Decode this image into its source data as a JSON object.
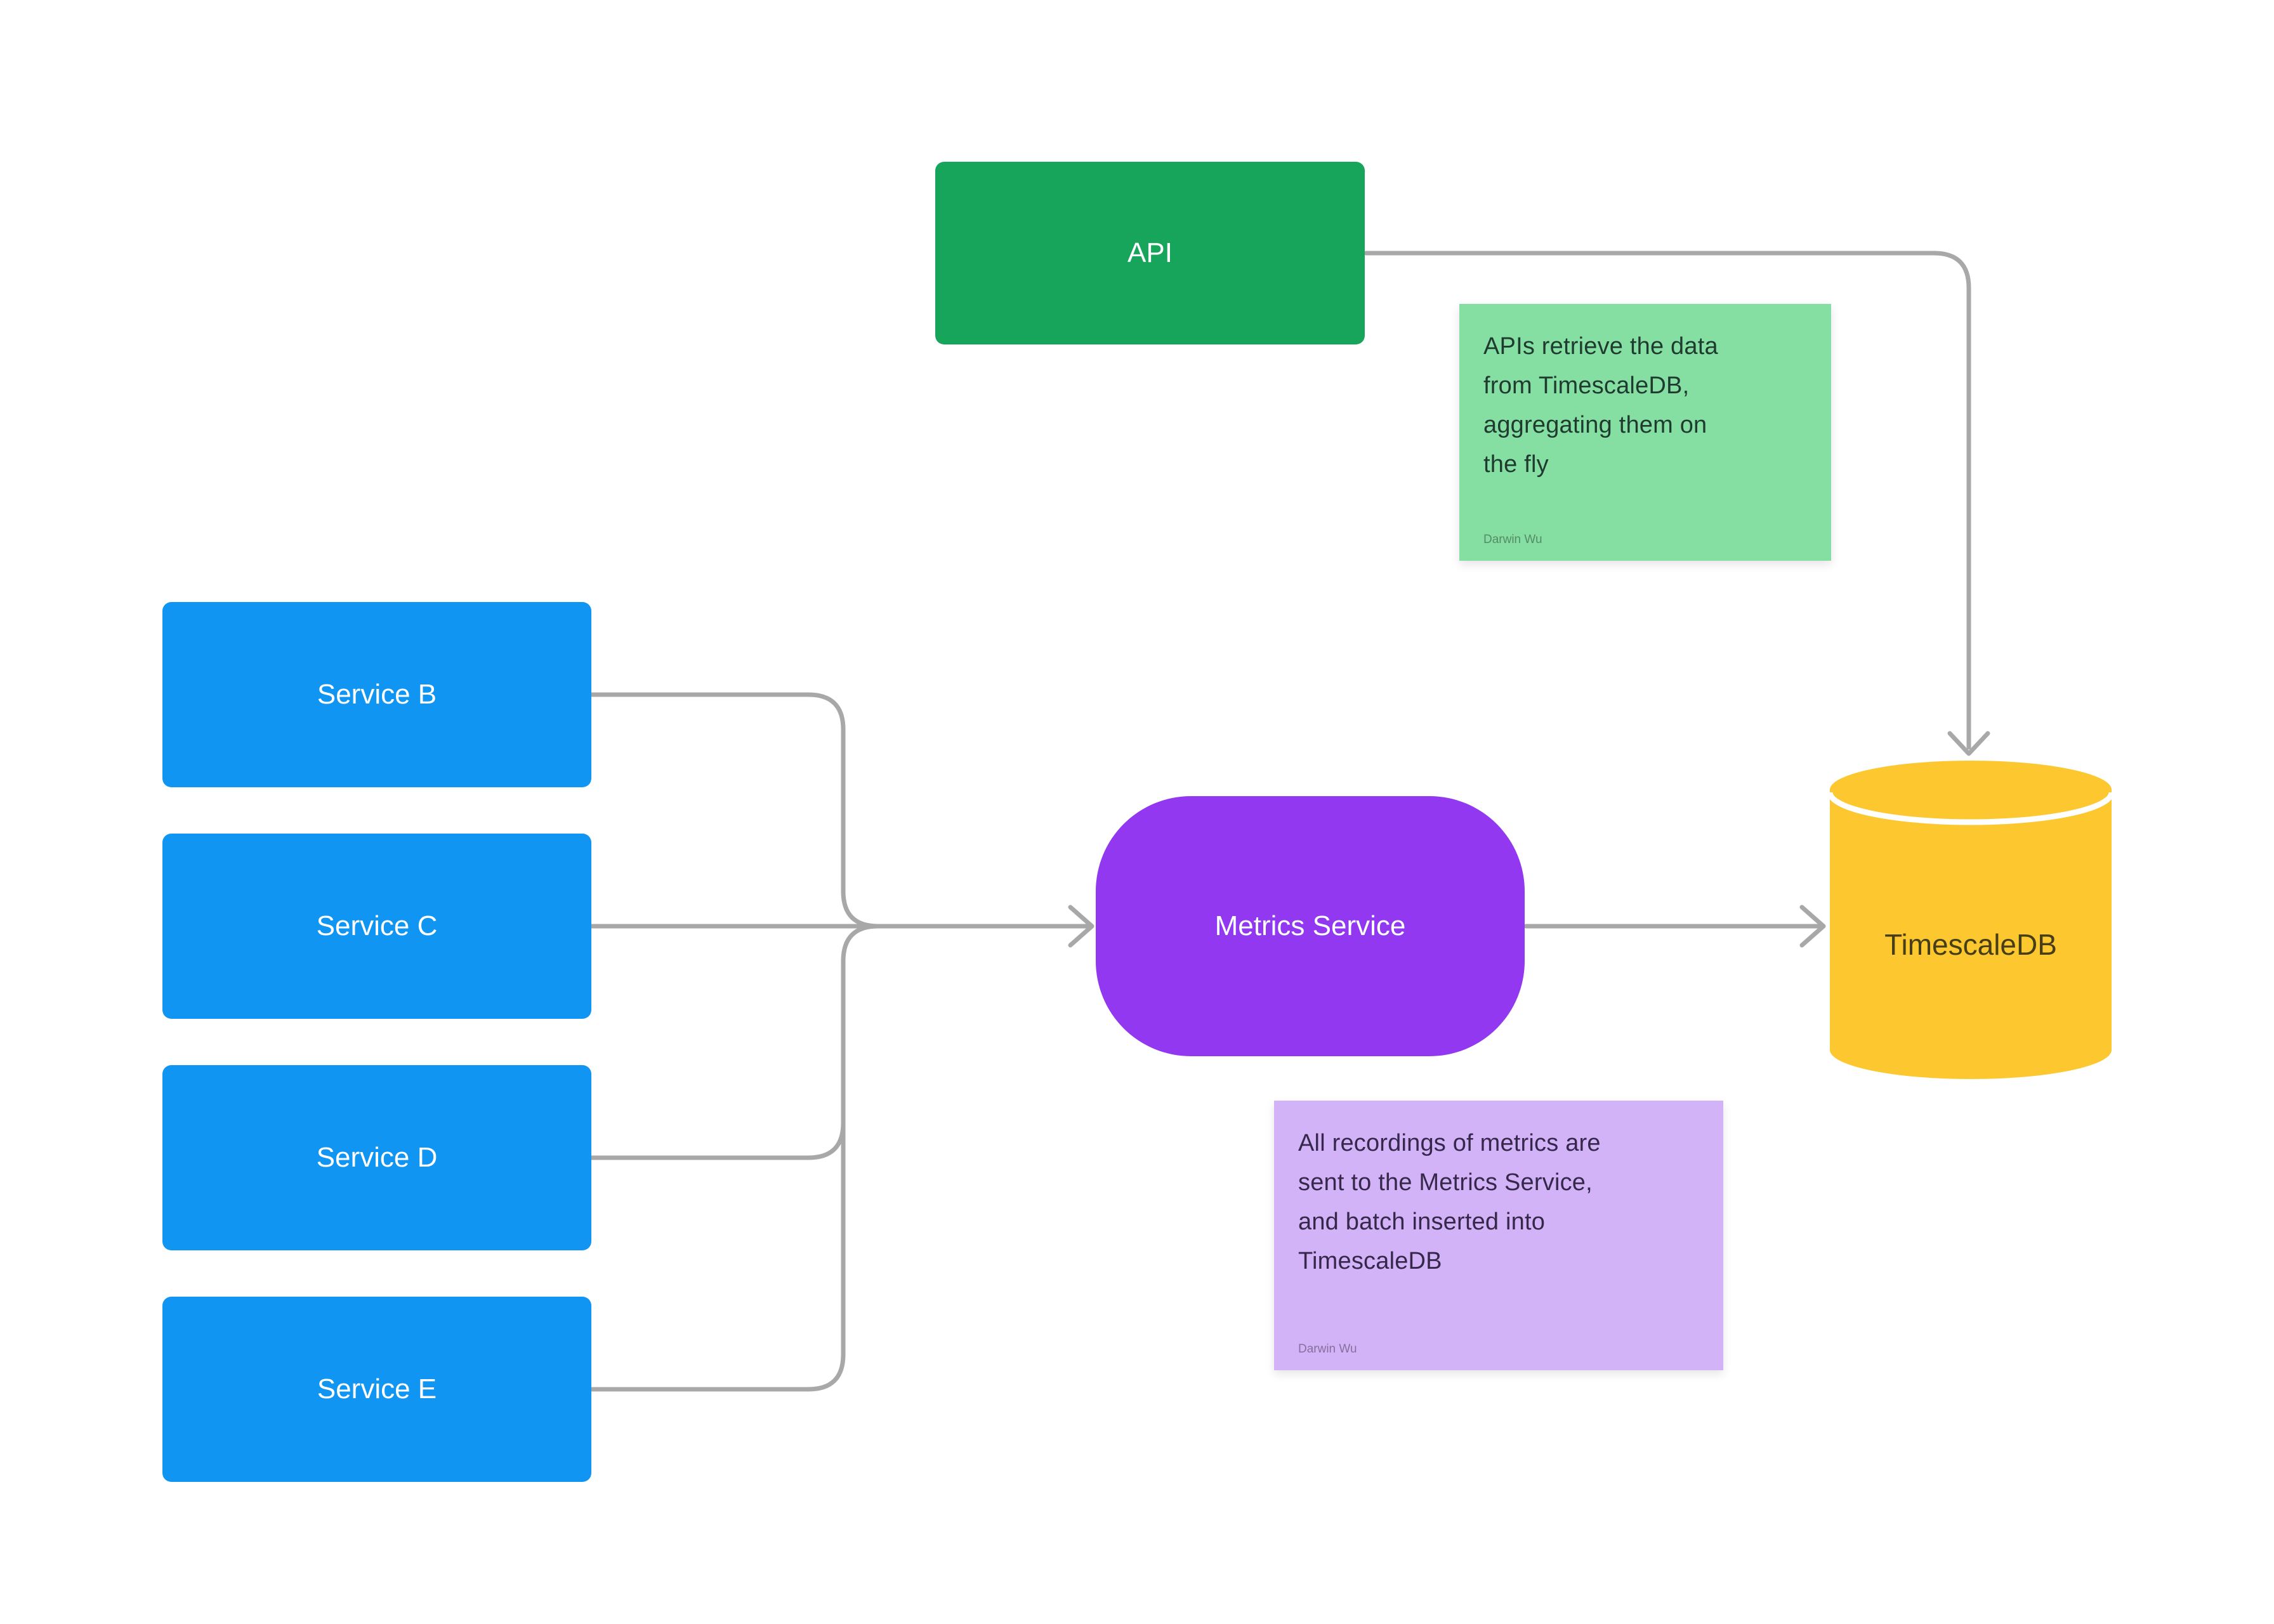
{
  "colors": {
    "canvas-bg": "#ffffff",
    "service-blue": "#1095f2",
    "api-green": "#17a55c",
    "metrics-purple": "#9138f0",
    "db-yellow": "#fcc72f",
    "note-green": "#86dfa2",
    "note-purple": "#d3b3f8",
    "connector-gray": "#a8a8a8",
    "node-text-light": "#ffffff",
    "db-text-dark": "#453e17",
    "note-green-text": "#1f3b30",
    "note-purple-text": "#35284a",
    "note-author": "rgba(0,0,0,0.38)"
  },
  "nodes": {
    "api": {
      "label": "API"
    },
    "service_b": {
      "label": "Service B"
    },
    "service_c": {
      "label": "Service C"
    },
    "service_d": {
      "label": "Service D"
    },
    "service_e": {
      "label": "Service E"
    },
    "metrics_service": {
      "label": "Metrics Service"
    },
    "timescaledb": {
      "label": "TimescaleDB"
    }
  },
  "notes": {
    "api_note": {
      "text": "APIs retrieve the data\nfrom TimescaleDB,\naggregating them on\nthe fly",
      "author": "Darwin Wu"
    },
    "metrics_note": {
      "text": "All recordings of metrics are\nsent to the Metrics Service,\nand batch inserted into\nTimescaleDB",
      "author": "Darwin Wu"
    }
  }
}
